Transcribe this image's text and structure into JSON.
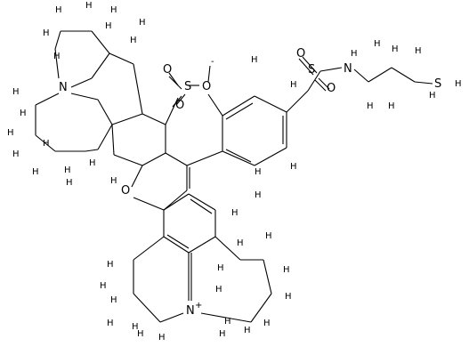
{
  "labels": {
    "n_top": "N",
    "n_bottom": "N",
    "n_charge": "+",
    "o_ring": "O",
    "s_sulfonate": "S",
    "o_sulfonate_minus": "O",
    "o_charge": "-",
    "o_sulfonate_a": "O",
    "o_sulfonate_b": "O",
    "s_sulfonamide": "S",
    "o_sulfonamide_a": "O",
    "o_sulfonamide_b": "O",
    "nh_n": "N",
    "nh_h": "H",
    "s_thiol": "S",
    "h_thiol": "H",
    "h_atom": "H"
  }
}
